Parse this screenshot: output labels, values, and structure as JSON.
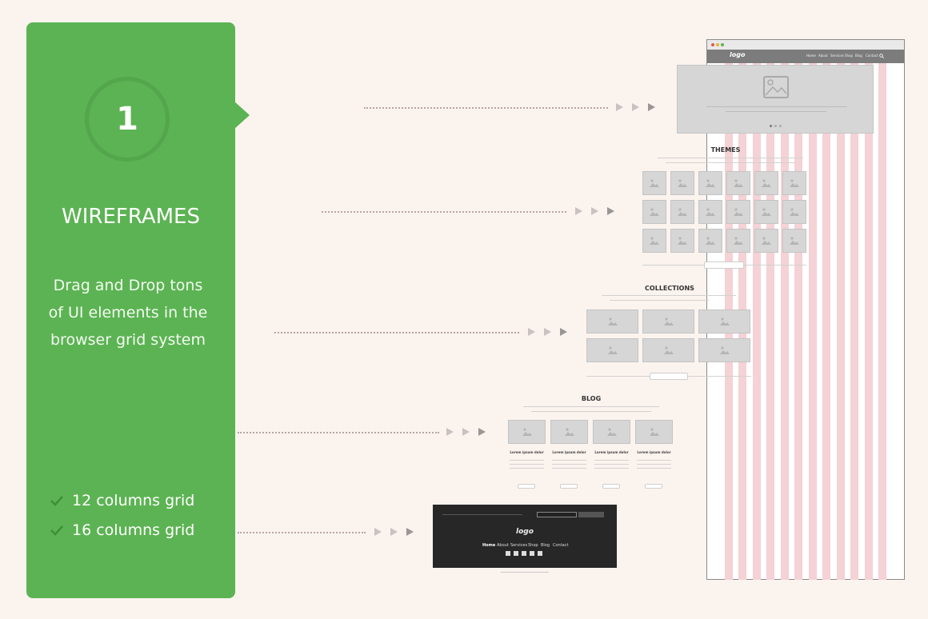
{
  "step": {
    "number": "1",
    "title": "WIREFRAMES"
  },
  "description": "Drag and Drop tons of UI elements in the browser grid system",
  "features": [
    {
      "label": "12 columns grid"
    },
    {
      "label": "16 columns grid"
    }
  ],
  "mockup": {
    "logo": "logo",
    "nav_links": [
      "Home",
      "About",
      "Services",
      "Shop",
      "Blog",
      "Contact"
    ],
    "sections": {
      "themes": "THEMES",
      "collections": "COLLECTIONS",
      "blog": "BLOG"
    },
    "blog_post_title": "Lorem ipsum dolor",
    "footer": {
      "logo": "logo",
      "links": [
        "Home",
        "About",
        "Services",
        "Shop",
        "Blog",
        "Contact"
      ]
    }
  },
  "colors": {
    "background": "#fbf3ee",
    "panel": "#5cb353",
    "grid_column": "#f4d2d5",
    "footer": "#272727"
  }
}
